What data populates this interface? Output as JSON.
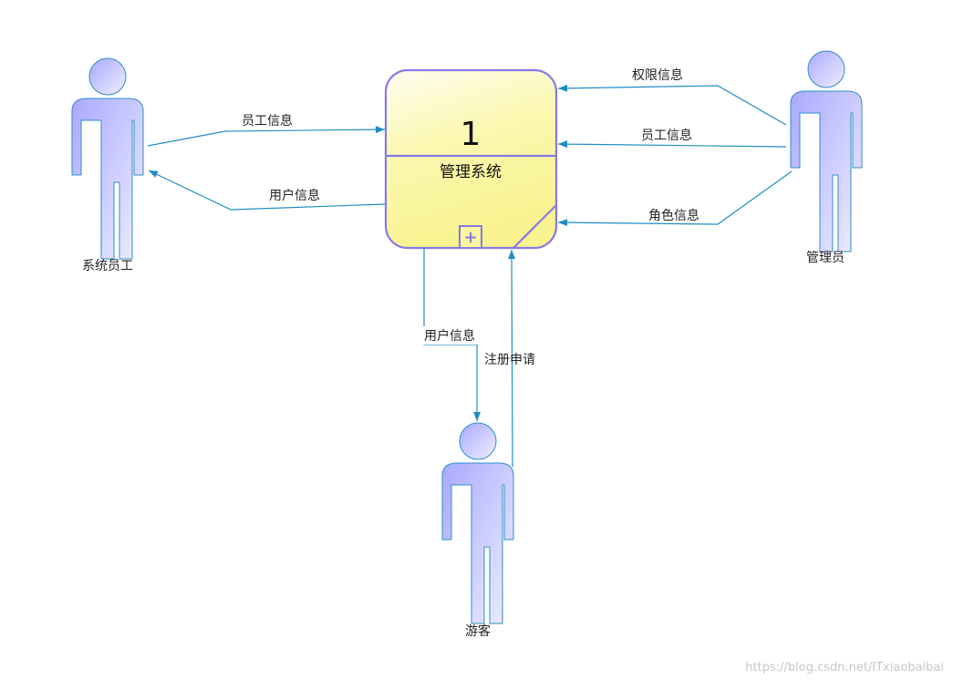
{
  "actors": {
    "staff": "系统员工",
    "admin": "管理员",
    "visitor": "游客"
  },
  "process": {
    "number": "1",
    "name": "管理系统",
    "expand_symbol": "+"
  },
  "flows": {
    "staff_to_system": "员工信息",
    "system_to_staff": "用户信息",
    "admin_permission": "权限信息",
    "admin_employee": "员工信息",
    "admin_role": "角色信息",
    "system_to_visitor": "用户信息",
    "visitor_register": "注册申请"
  },
  "watermark": "https://blog.csdn.net/ITxiaobaibai",
  "colors": {
    "flow_line": "#1f8dc4",
    "process_border": "#8878e8",
    "process_fill_top": "#fefbe4",
    "process_fill_bottom": "#f9f59c",
    "actor_fill": "#b9b9ff",
    "actor_border": "#2f8ec7"
  }
}
